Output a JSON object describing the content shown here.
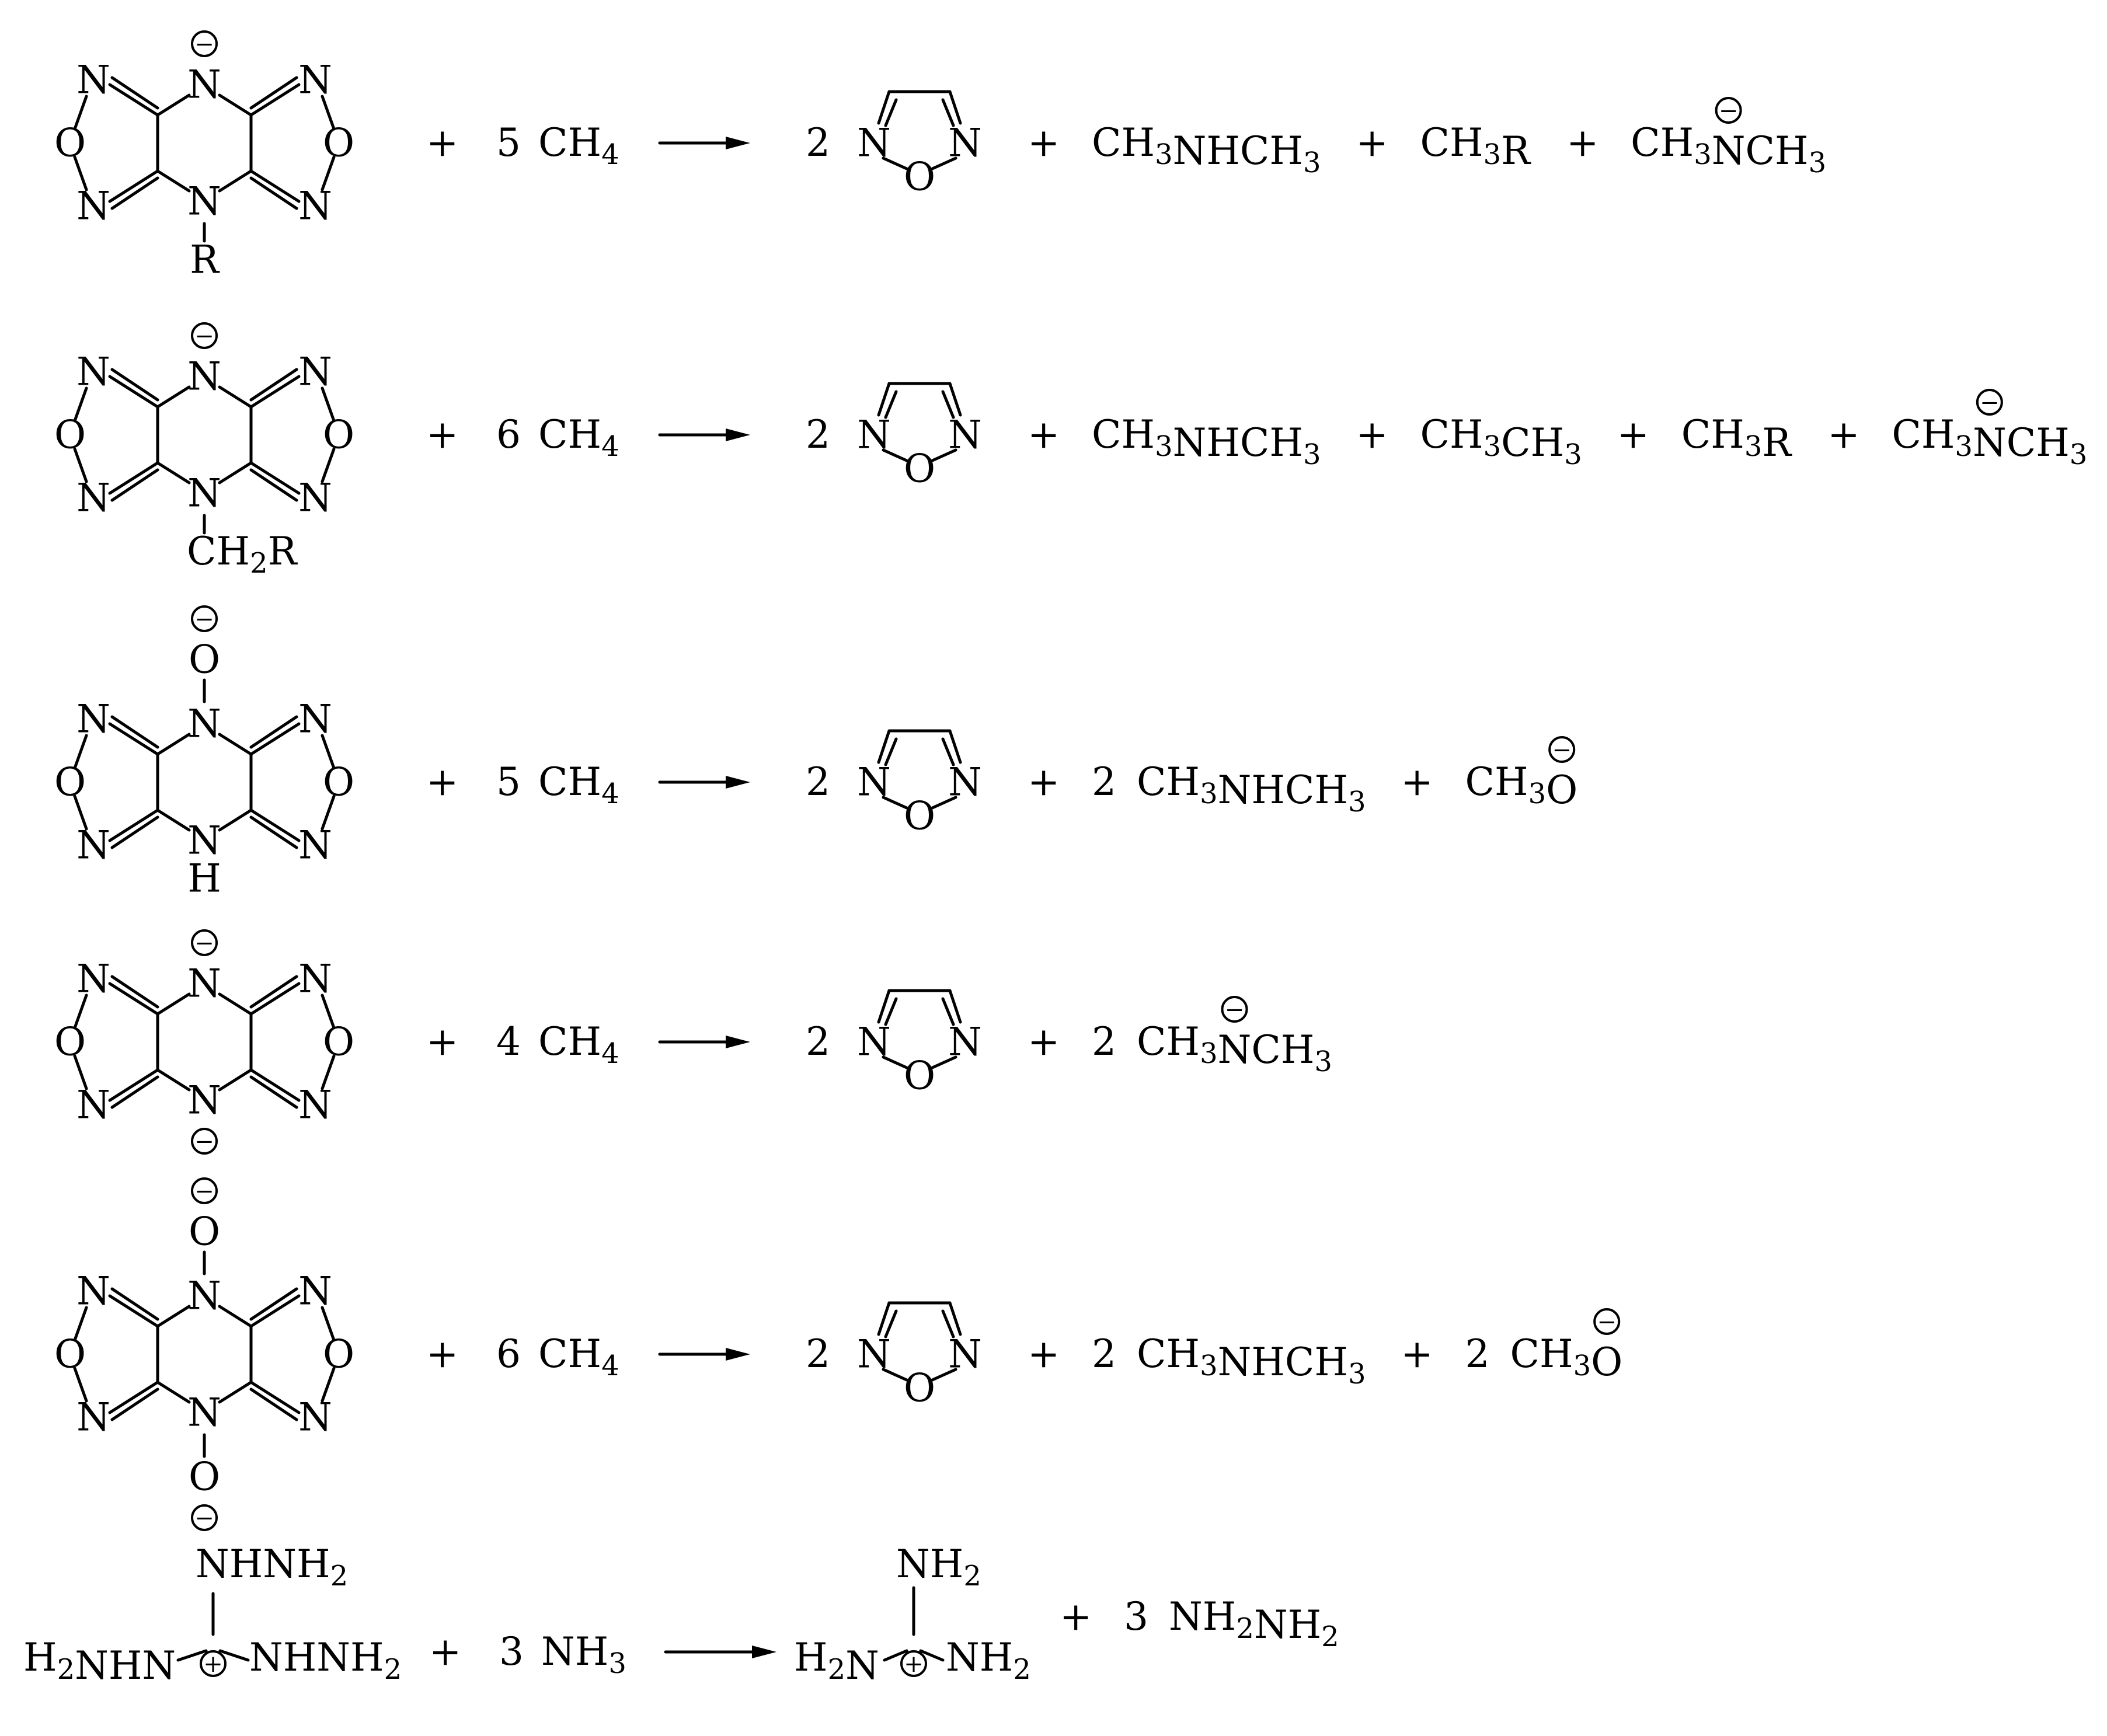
{
  "atoms": {
    "N": "N",
    "O": "O",
    "H": "H",
    "R": "R",
    "CH2R_head": "CH",
    "CH2R_sub": "2",
    "CH2R_tail": "R"
  },
  "charges": {
    "minus": "−",
    "plus": "+"
  },
  "operators": {
    "plus": "+"
  },
  "colors": {
    "ink": "#000000",
    "background": "#ffffff"
  },
  "reactions": [
    {
      "reactant_substituents": {
        "top": "N−",
        "bottom": "N-R"
      },
      "coef": "5",
      "reagent": "CH4",
      "furazan_coef": "2",
      "products": [
        {
          "coef": "",
          "formula": "CH3NHCH3",
          "charge_on": ""
        },
        {
          "coef": "",
          "formula": "CH3R",
          "charge_on": ""
        },
        {
          "coef": "",
          "formula": "CH3NCH3",
          "charge_on": "N"
        }
      ]
    },
    {
      "reactant_substituents": {
        "top": "N−",
        "bottom": "N-CH2R"
      },
      "coef": "6",
      "reagent": "CH4",
      "furazan_coef": "2",
      "products": [
        {
          "coef": "",
          "formula": "CH3NHCH3",
          "charge_on": ""
        },
        {
          "coef": "",
          "formula": "CH3CH3",
          "charge_on": ""
        },
        {
          "coef": "",
          "formula": "CH3R",
          "charge_on": ""
        },
        {
          "coef": "",
          "formula": "CH3NCH3",
          "charge_on": "N"
        }
      ]
    },
    {
      "reactant_substituents": {
        "top": "N-O−",
        "bottom": "N-H"
      },
      "coef": "5",
      "reagent": "CH4",
      "furazan_coef": "2",
      "products": [
        {
          "coef": "2",
          "formula": "CH3NHCH3",
          "charge_on": ""
        },
        {
          "coef": "",
          "formula": "CH3O",
          "charge_on": "O"
        }
      ]
    },
    {
      "reactant_substituents": {
        "top": "N−",
        "bottom": "N−"
      },
      "coef": "4",
      "reagent": "CH4",
      "furazan_coef": "2",
      "products": [
        {
          "coef": "2",
          "formula": "CH3NCH3",
          "charge_on": "N"
        }
      ]
    },
    {
      "reactant_substituents": {
        "top": "N-O−",
        "bottom": "N-O−"
      },
      "coef": "6",
      "reagent": "CH4",
      "furazan_coef": "2",
      "products": [
        {
          "coef": "2",
          "formula": "CH3NHCH3",
          "charge_on": ""
        },
        {
          "coef": "2",
          "formula": "CH3O",
          "charge_on": "O"
        }
      ]
    }
  ],
  "guanidinium_reaction": {
    "reactant": {
      "top": "NHNH2",
      "left": "H2NHN",
      "right": "NHNH2"
    },
    "coef": "3",
    "reagent": "NH3",
    "product": {
      "top": "NH2",
      "left": "H2N",
      "right": "NH2"
    },
    "byproduct": {
      "coef": "3",
      "formula": "NH2NH2"
    }
  }
}
